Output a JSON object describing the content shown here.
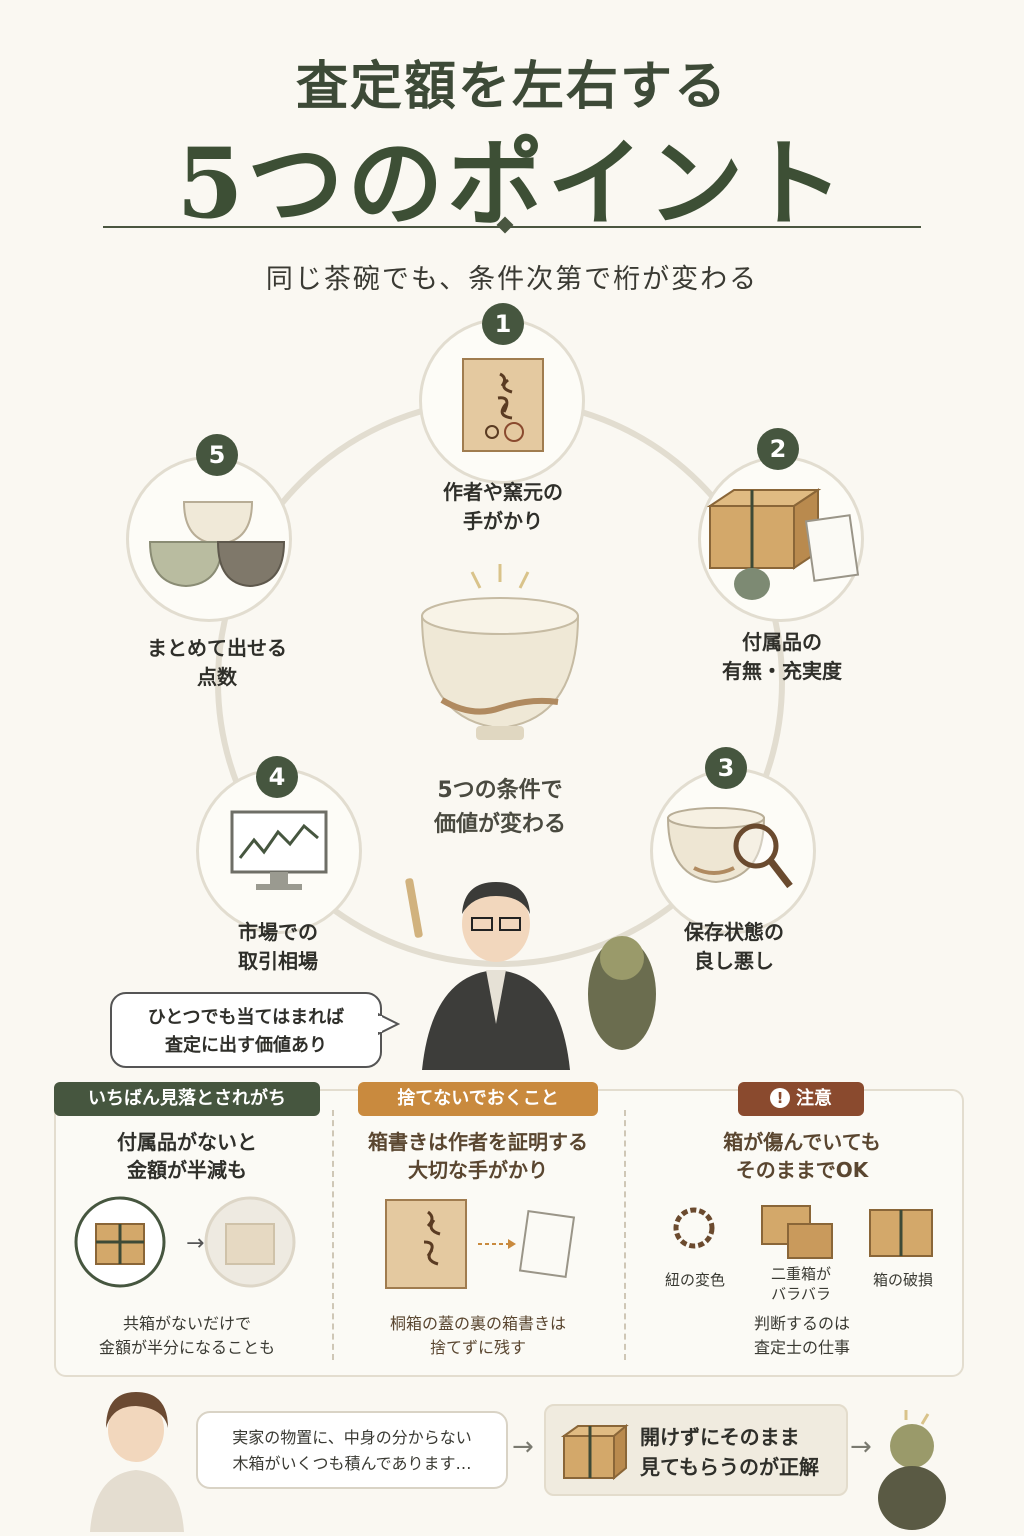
{
  "header": {
    "title_line1": "査定額を左右する",
    "title_line2": "5つのポイント",
    "subtitle": "同じ茶碗でも、条件次第で桁が変わる"
  },
  "points": [
    {
      "number": "1",
      "line1": "作者や窯元の",
      "line2": "手がかり"
    },
    {
      "number": "2",
      "line1": "付属品の",
      "line2": "有無・充実度"
    },
    {
      "number": "3",
      "line1": "保存状態の",
      "line2": "良し悪し"
    },
    {
      "number": "4",
      "line1": "市場での",
      "line2": "取引相場"
    },
    {
      "number": "5",
      "line1": "まとめて出せる",
      "line2": "点数"
    }
  ],
  "center": {
    "line1": "5つの条件で",
    "line2": "価値が変わる"
  },
  "speech": {
    "line1": "ひとつでも当てはまれば",
    "line2": "査定に出す価値あり"
  },
  "panels": [
    {
      "tag": "いちばん見落とされがち",
      "tag_color": "#46563f",
      "head1": "付属品がないと",
      "head2": "金額が半減も",
      "foot1": "共箱がないだけで",
      "foot2": "金額が半分になることも"
    },
    {
      "tag": "捨てないでおくこと",
      "tag_color": "#c98a3e",
      "head1": "箱書きは作者を証明する",
      "head2": "大切な手がかり",
      "foot1": "桐箱の蓋の裏の箱書きは",
      "foot2": "捨てずに残す"
    },
    {
      "tag": "注意",
      "tag_icon": "!",
      "tag_color": "#8a4a2e",
      "head1": "箱が傷んでいても",
      "head2": "そのままでOK",
      "items": [
        {
          "label1": "紐の変色",
          "label2": ""
        },
        {
          "label1": "二重箱が",
          "label2": "バラバラ"
        },
        {
          "label1": "箱の破損",
          "label2": ""
        }
      ],
      "foot1": "判断するのは",
      "foot2": "査定士の仕事"
    }
  ],
  "bottom": {
    "quote1": "実家の物置に、中身の分からない",
    "quote2": "木箱がいくつも積んであります…",
    "answer1": "開けずにそのまま",
    "answer2": "見てもらうのが正解"
  },
  "colors": {
    "accent_green": "#46563f",
    "accent_orange": "#c98a3e",
    "accent_brown": "#8a4a2e",
    "background": "#faf8f2"
  }
}
